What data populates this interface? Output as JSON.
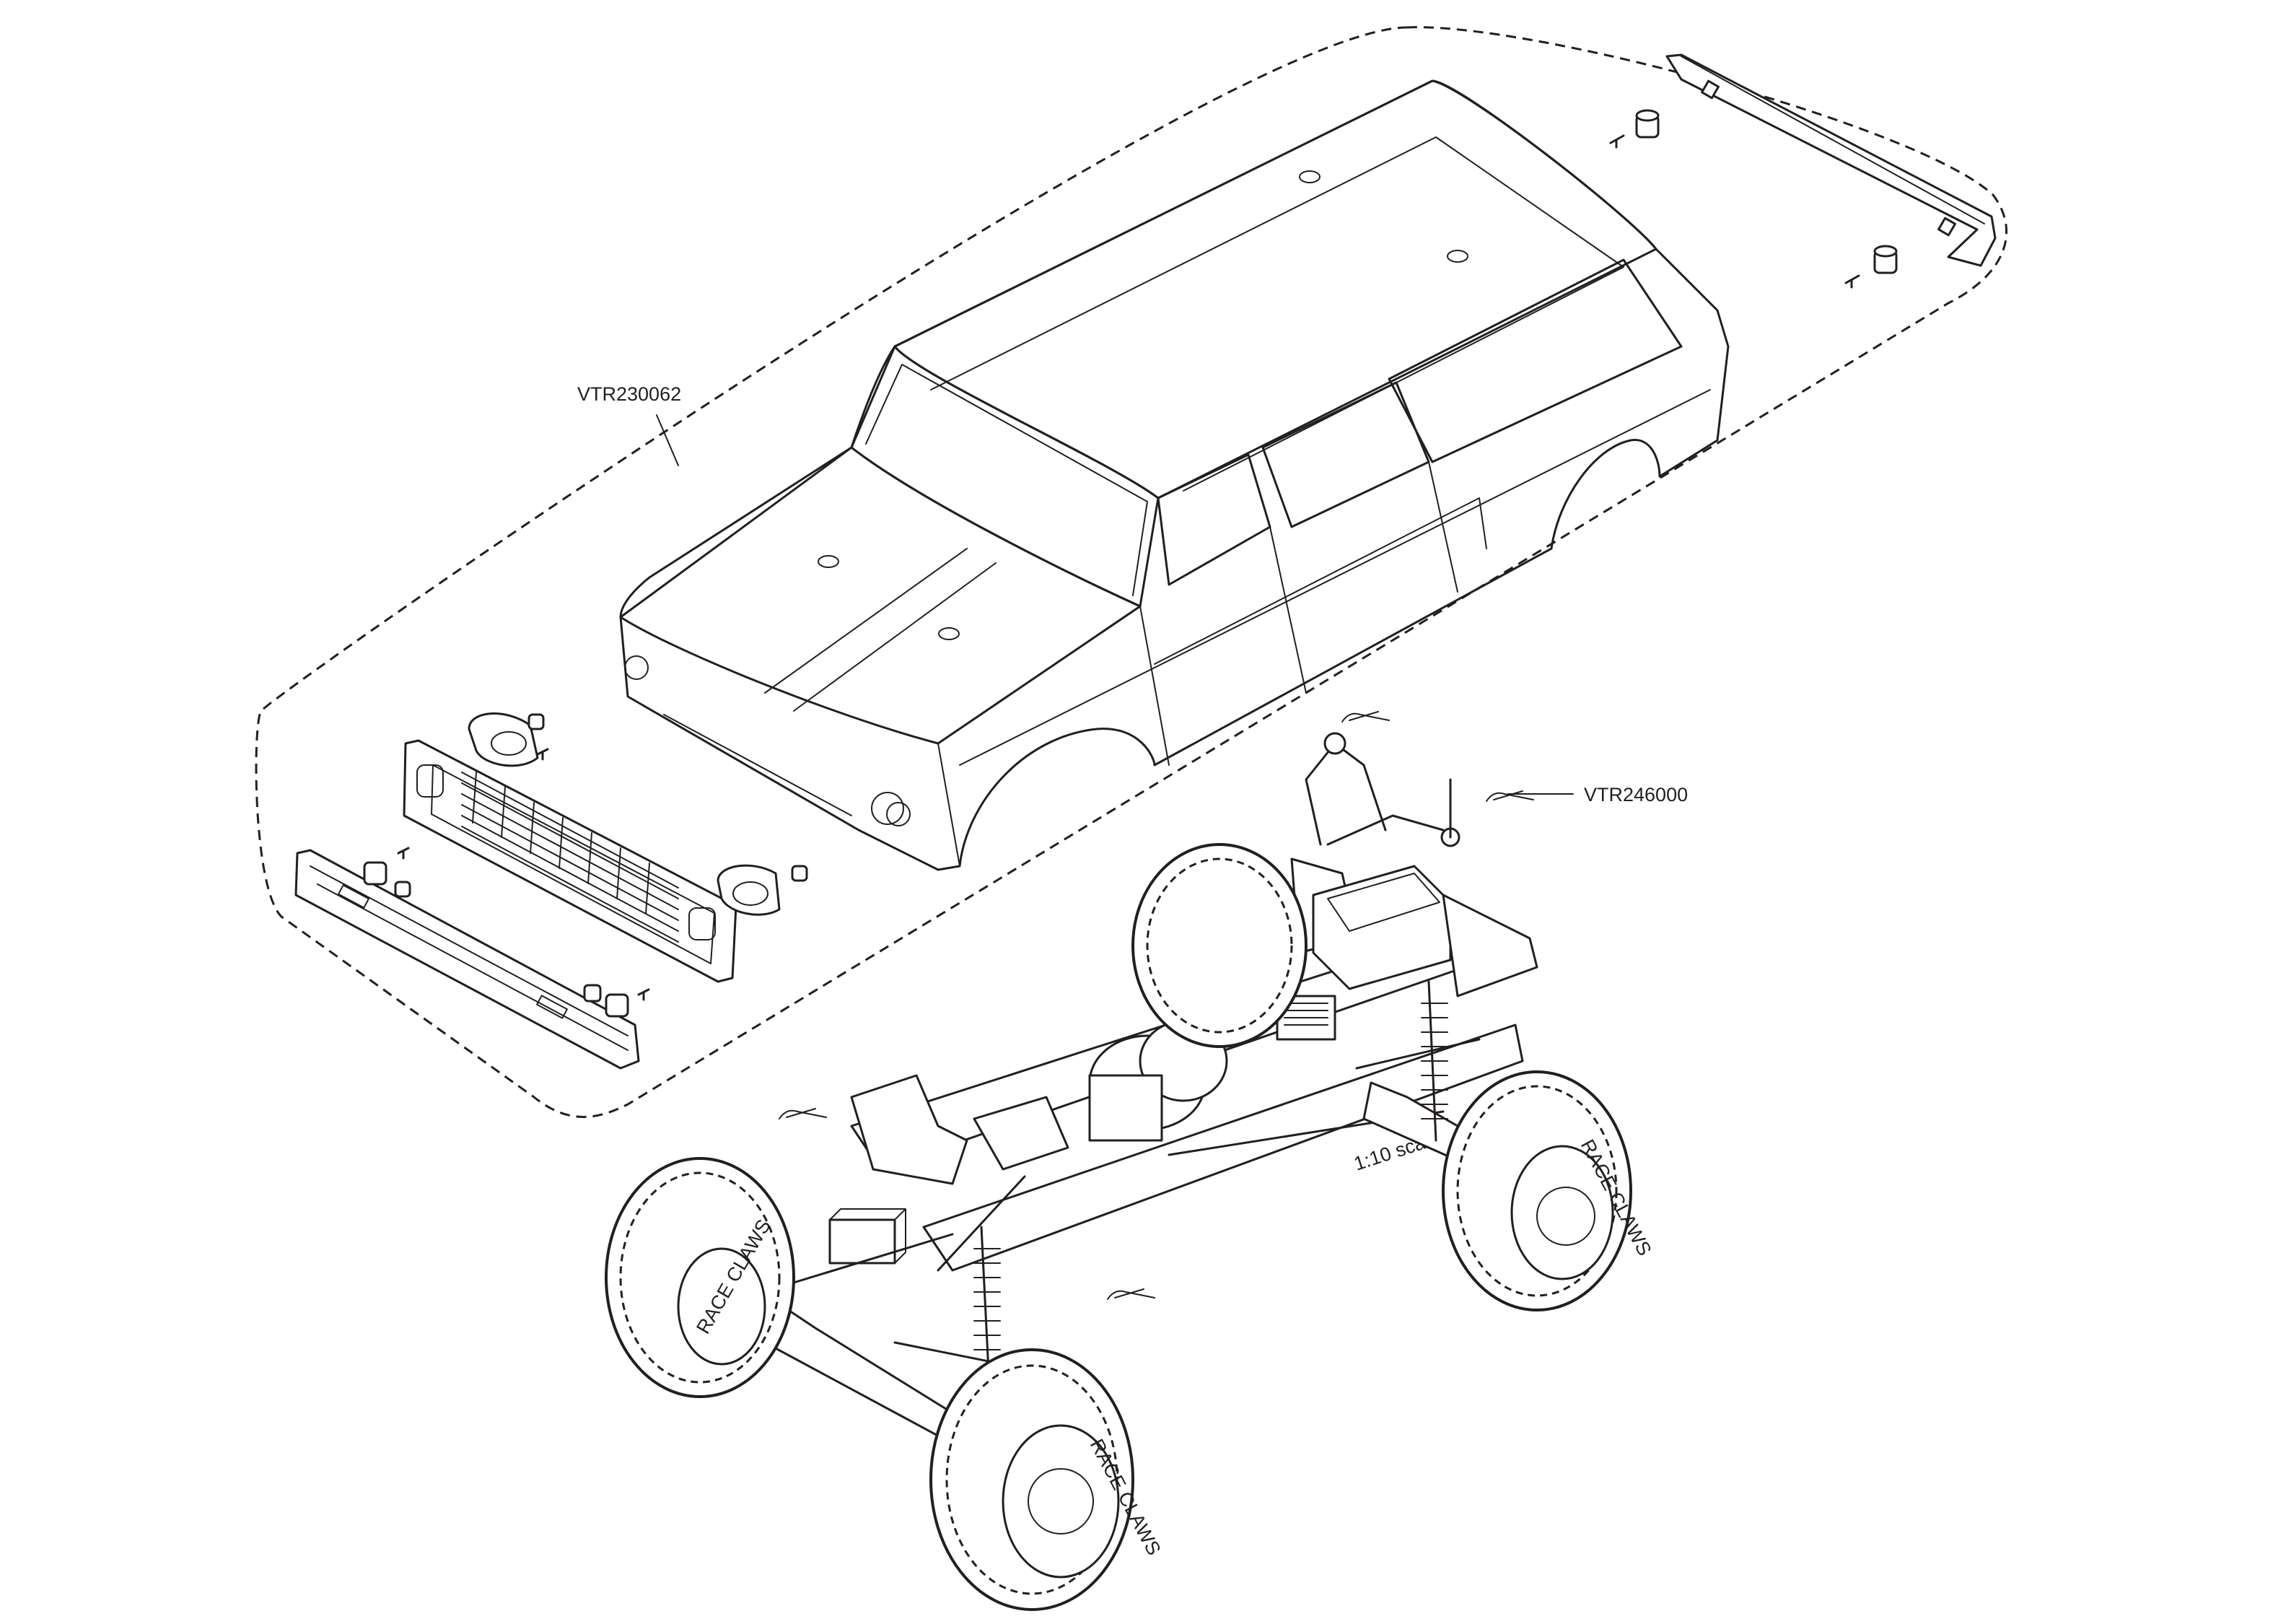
{
  "callouts": {
    "body_part_number": "VTR230062",
    "body_clip_part_number": "VTR246000"
  },
  "tire_branding": {
    "sidewall_text": "RACE CLAWS",
    "frame_rail_text": "1:10 scale"
  }
}
